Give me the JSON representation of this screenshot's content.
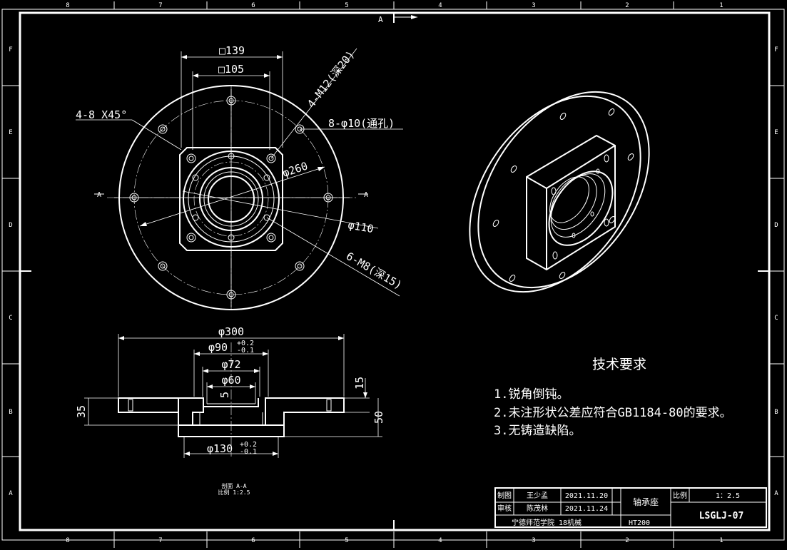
{
  "border": {
    "columns": [
      "8",
      "7",
      "6",
      "5",
      "4",
      "3",
      "2",
      "1"
    ],
    "rows": [
      "F",
      "E",
      "D",
      "C",
      "B",
      "A"
    ]
  },
  "section_mark": "A",
  "front_view": {
    "dims": {
      "sq139": "□139",
      "sq105": "□105",
      "tap_holes": "4-M12(深20)",
      "chamfer": "4-8 X45°",
      "thru_holes": "8-φ10(通孔)",
      "d260": "φ260",
      "d110": "φ110",
      "tap_holes2": "6-M8(深15)"
    },
    "section_labels": [
      "A",
      "A"
    ]
  },
  "section_view": {
    "dims": {
      "d300": "φ300",
      "d90": "φ90",
      "d90_tol_upper": "+0.2",
      "d90_tol_lower": "-0.1",
      "d72": "φ72",
      "d60": "φ60",
      "h15": "15",
      "h5": "5",
      "h35": "35",
      "h50": "50",
      "d130": "φ130",
      "d130_tol_upper": "+0.2",
      "d130_tol_lower": "-0.1"
    },
    "caption": "剖面 A-A",
    "scale": "比例 1:2.5"
  },
  "requirements": {
    "title": "技术要求",
    "items": [
      "1.锐角倒钝。",
      "2.未注形状公差应符合GB1184-80的要求。",
      "3.无铸造缺陷。"
    ]
  },
  "title_block": {
    "draw_label": "制图",
    "drawer": "王少孟",
    "draw_date": "2021.11.20",
    "check_label": "审核",
    "checker": "陈茂林",
    "check_date": "2021.11.24",
    "part_name": "轴承座",
    "scale_label": "比例",
    "scale_value": "1：2.5",
    "drawing_no": "LSGLJ-07",
    "school": "宁德师范学院 18机械",
    "material": "HT200"
  }
}
